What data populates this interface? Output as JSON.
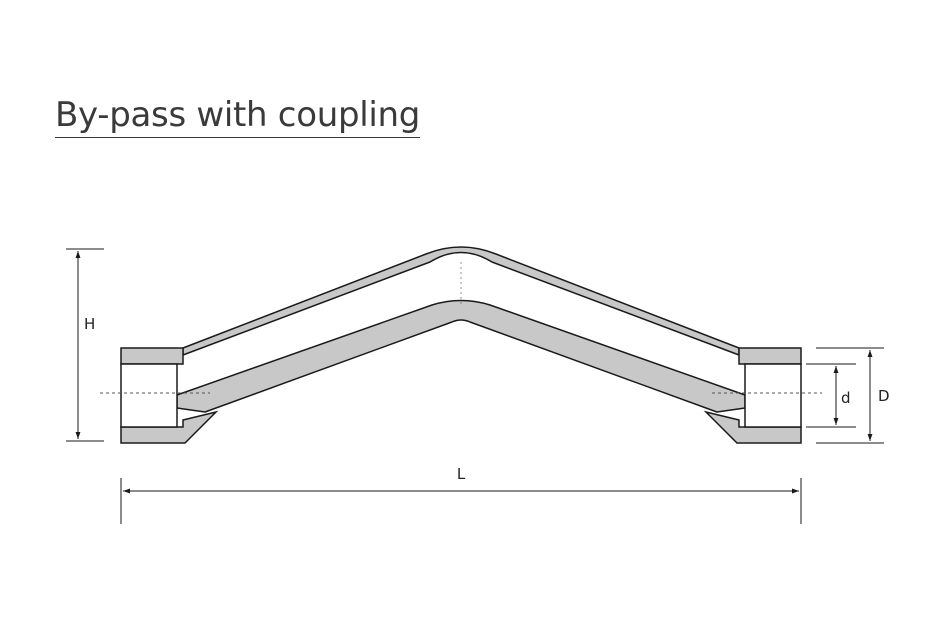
{
  "title": "By-pass with coupling",
  "dimensions": {
    "height_label": "H",
    "length_label": "L",
    "inner_diameter_label": "d",
    "outer_diameter_label": "D"
  },
  "colors": {
    "wall_fill": "#c8c8c8",
    "outline": "#1a1a1a",
    "background": "#ffffff",
    "title_text": "#3a3a3a"
  }
}
